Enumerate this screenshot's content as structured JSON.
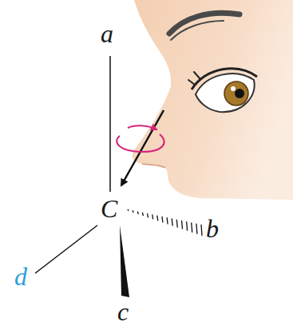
{
  "diagram": {
    "labels": [
      "a",
      "C",
      "b",
      "c",
      "d"
    ]
  }
}
